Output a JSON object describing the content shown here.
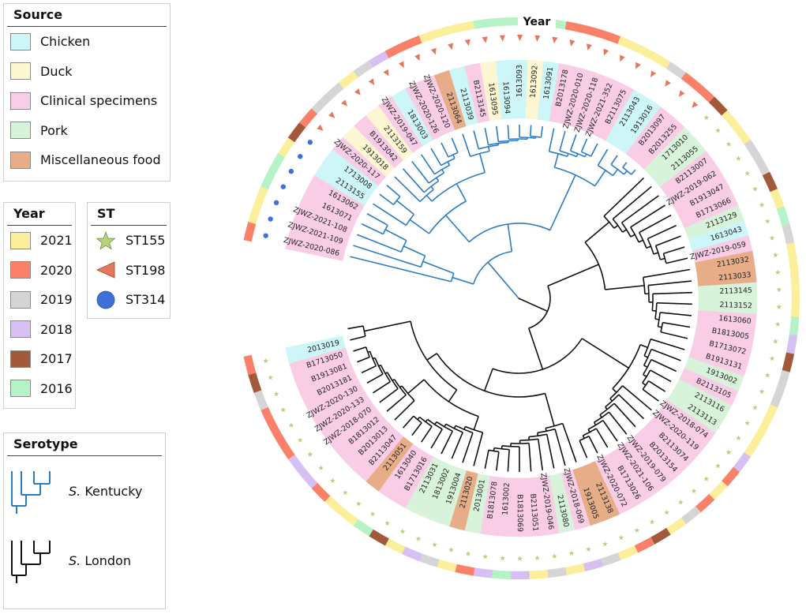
{
  "colors": {
    "source": {
      "chicken": "#cdf6f8",
      "duck": "#fdf6d2",
      "clinical": "#f9cde6",
      "pork": "#d7f3d9",
      "misc": "#e6ad88"
    },
    "year": {
      "2021": "#fcef9c",
      "2020": "#fa8069",
      "2019": "#d5d5d5",
      "2018": "#d6bff3",
      "2017": "#a2593b",
      "2016": "#b5f2c6"
    },
    "kentucky": "#2a7cc4",
    "london": "#111111",
    "st155": "#b6d27d",
    "st198": "#e5775d",
    "st314": "#3f6fd9"
  },
  "legends": {
    "source": {
      "title": "Source",
      "items": [
        {
          "label": "Chicken",
          "color": "#cdf6f8"
        },
        {
          "label": "Duck",
          "color": "#fdf6d2"
        },
        {
          "label": "Clinical specimens",
          "color": "#f9cde6"
        },
        {
          "label": "Pork",
          "color": "#d7f3d9"
        },
        {
          "label": "Miscellaneous food",
          "color": "#e6ad88"
        }
      ]
    },
    "year": {
      "title": "Year",
      "items": [
        {
          "label": "2021",
          "color": "#fcef9c"
        },
        {
          "label": "2020",
          "color": "#fa8069"
        },
        {
          "label": "2019",
          "color": "#d5d5d5"
        },
        {
          "label": "2018",
          "color": "#d6bff3"
        },
        {
          "label": "2017",
          "color": "#a2593b"
        },
        {
          "label": "2016",
          "color": "#b5f2c6"
        }
      ]
    },
    "st": {
      "title": "ST",
      "items": [
        {
          "label": "ST155",
          "shape": "star",
          "color": "#b6d27d"
        },
        {
          "label": "ST198",
          "shape": "triangle",
          "color": "#e5775d"
        },
        {
          "label": "ST314",
          "shape": "circle",
          "color": "#3f6fd9"
        }
      ]
    },
    "serotype": {
      "title": "Serotype",
      "items": [
        {
          "prefix": "S.",
          "name": "Kentucky",
          "color": "#2a7cc4"
        },
        {
          "prefix": "S.",
          "name": "London",
          "color": "#111111"
        }
      ]
    }
  },
  "tree": {
    "ring_label": "Year",
    "leaves": [
      {
        "id": "ZJWZ-2020-086",
        "source": "clinical",
        "year": "2020",
        "st": "ST314",
        "clade": "kentucky"
      },
      {
        "id": "ZJWZ-2021-109",
        "source": "clinical",
        "year": "2021",
        "st": "ST314",
        "clade": "kentucky"
      },
      {
        "id": "ZJWZ-2021-108",
        "source": "clinical",
        "year": "2021",
        "st": "ST314",
        "clade": "kentucky"
      },
      {
        "id": "1613071",
        "source": "clinical",
        "year": "2016",
        "st": "ST314",
        "clade": "kentucky"
      },
      {
        "id": "1613062",
        "source": "clinical",
        "year": "2016",
        "st": "ST314",
        "clade": "kentucky"
      },
      {
        "id": "2113155",
        "source": "chicken",
        "year": "2021",
        "st": "ST314",
        "clade": "kentucky"
      },
      {
        "id": "1713008",
        "source": "chicken",
        "year": "2017",
        "st": "ST314",
        "clade": "kentucky"
      },
      {
        "id": "ZJWZ-2020-117",
        "source": "clinical",
        "year": "2020",
        "st": "ST198",
        "clade": "kentucky"
      },
      {
        "id": "1913018",
        "source": "duck",
        "year": "2019",
        "st": "ST198",
        "clade": "kentucky"
      },
      {
        "id": "B1913042",
        "source": "clinical",
        "year": "2019",
        "st": "ST198",
        "clade": "kentucky"
      },
      {
        "id": "2113159",
        "source": "duck",
        "year": "2021",
        "st": "ST198",
        "clade": "kentucky"
      },
      {
        "id": "ZJWZ-2019-047",
        "source": "clinical",
        "year": "2019",
        "st": "ST198",
        "clade": "kentucky"
      },
      {
        "id": "1813003",
        "source": "chicken",
        "year": "2018",
        "st": "ST198",
        "clade": "kentucky"
      },
      {
        "id": "ZJWZ-2020-126",
        "source": "clinical",
        "year": "2020",
        "st": "ST198",
        "clade": "kentucky"
      },
      {
        "id": "ZJWZ-2020-120",
        "source": "clinical",
        "year": "2020",
        "st": "ST198",
        "clade": "kentucky"
      },
      {
        "id": "2113064",
        "source": "misc",
        "year": "2021",
        "st": "ST198",
        "clade": "kentucky"
      },
      {
        "id": "2113039",
        "source": "chicken",
        "year": "2021",
        "st": "ST198",
        "clade": "kentucky"
      },
      {
        "id": "B2113145",
        "source": "clinical",
        "year": "2021",
        "st": "ST198",
        "clade": "kentucky"
      },
      {
        "id": "1613095",
        "source": "duck",
        "year": "2016",
        "st": "ST198",
        "clade": "kentucky"
      },
      {
        "id": "1613094",
        "source": "chicken",
        "year": "2016",
        "st": "ST198",
        "clade": "kentucky"
      },
      {
        "id": "1613093",
        "source": "chicken",
        "year": "2016",
        "st": "ST198",
        "clade": "kentucky"
      },
      {
        "id": "1613092",
        "source": "duck",
        "year": "2016",
        "st": "ST198",
        "clade": "kentucky"
      },
      {
        "id": "1613091",
        "source": "chicken",
        "year": "2016",
        "st": "ST198",
        "clade": "kentucky"
      },
      {
        "id": "B2013178",
        "source": "clinical",
        "year": "2020",
        "st": "ST198",
        "clade": "kentucky"
      },
      {
        "id": "ZJWZ-2020-010",
        "source": "clinical",
        "year": "2020",
        "st": "ST198",
        "clade": "kentucky"
      },
      {
        "id": "ZJWZ-2020-118",
        "source": "clinical",
        "year": "2020",
        "st": "ST198",
        "clade": "kentucky"
      },
      {
        "id": "ZJWZ-2021-352",
        "source": "clinical",
        "year": "2021",
        "st": "ST198",
        "clade": "kentucky"
      },
      {
        "id": "B2113075",
        "source": "clinical",
        "year": "2021",
        "st": "ST198",
        "clade": "kentucky"
      },
      {
        "id": "2113043",
        "source": "chicken",
        "year": "2021",
        "st": "ST198",
        "clade": "kentucky"
      },
      {
        "id": "1913016",
        "source": "chicken",
        "year": "2019",
        "st": "ST198",
        "clade": "kentucky"
      },
      {
        "id": "B2013097",
        "source": "clinical",
        "year": "2020",
        "st": "ST198",
        "clade": "kentucky"
      },
      {
        "id": "B2013255",
        "source": "clinical",
        "year": "2020",
        "st": "ST198",
        "clade": "kentucky"
      },
      {
        "id": "1713010",
        "source": "pork",
        "year": "2017",
        "st": "ST155",
        "clade": "london"
      },
      {
        "id": "2113055",
        "source": "pork",
        "year": "2021",
        "st": "ST155",
        "clade": "london"
      },
      {
        "id": "B2113007",
        "source": "clinical",
        "year": "2021",
        "st": "ST155",
        "clade": "london"
      },
      {
        "id": "ZJWZ-2019-062",
        "source": "clinical",
        "year": "2019",
        "st": "ST155",
        "clade": "london"
      },
      {
        "id": "B1913047",
        "source": "clinical",
        "year": "2019",
        "st": "ST155",
        "clade": "london"
      },
      {
        "id": "B1713066",
        "source": "clinical",
        "year": "2017",
        "st": "ST155",
        "clade": "london"
      },
      {
        "id": "2113129",
        "source": "pork",
        "year": "2021",
        "st": "ST155",
        "clade": "london"
      },
      {
        "id": "1613043",
        "source": "chicken",
        "year": "2016",
        "st": "ST155",
        "clade": "london"
      },
      {
        "id": "ZJWZ-2019-059",
        "source": "clinical",
        "year": "2019",
        "st": "ST155",
        "clade": "london"
      },
      {
        "id": "2113032",
        "source": "misc",
        "year": "2021",
        "st": "ST155",
        "clade": "london"
      },
      {
        "id": "2113033",
        "source": "misc",
        "year": "2021",
        "st": "ST155",
        "clade": "london"
      },
      {
        "id": "2113145",
        "source": "pork",
        "year": "2021",
        "st": "ST155",
        "clade": "london"
      },
      {
        "id": "2113152",
        "source": "pork",
        "year": "2021",
        "st": "ST155",
        "clade": "london"
      },
      {
        "id": "1613060",
        "source": "clinical",
        "year": "2016",
        "st": "ST155",
        "clade": "london"
      },
      {
        "id": "B1813005",
        "source": "clinical",
        "year": "2018",
        "st": "ST155",
        "clade": "london"
      },
      {
        "id": "B1713072",
        "source": "clinical",
        "year": "2017",
        "st": "ST155",
        "clade": "london"
      },
      {
        "id": "B1913131",
        "source": "clinical",
        "year": "2019",
        "st": "ST155",
        "clade": "london"
      },
      {
        "id": "1913002",
        "source": "pork",
        "year": "2019",
        "st": "ST155",
        "clade": "london"
      },
      {
        "id": "B2113105",
        "source": "clinical",
        "year": "2021",
        "st": "ST155",
        "clade": "london"
      },
      {
        "id": "2113116",
        "source": "pork",
        "year": "2021",
        "st": "ST155",
        "clade": "london"
      },
      {
        "id": "2113113",
        "source": "pork",
        "year": "2021",
        "st": "ST155",
        "clade": "london"
      },
      {
        "id": "ZJWZ-2018-074",
        "source": "clinical",
        "year": "2018",
        "st": "ST155",
        "clade": "london"
      },
      {
        "id": "ZJWZ-2020-119",
        "source": "clinical",
        "year": "2020",
        "st": "ST155",
        "clade": "london"
      },
      {
        "id": "B2113074",
        "source": "clinical",
        "year": "2021",
        "st": "ST155",
        "clade": "london"
      },
      {
        "id": "B2013154",
        "source": "clinical",
        "year": "2020",
        "st": "ST155",
        "clade": "london"
      },
      {
        "id": "ZJWZ-2019-079",
        "source": "clinical",
        "year": "2019",
        "st": "ST155",
        "clade": "london"
      },
      {
        "id": "ZJWZ-2021-106",
        "source": "clinical",
        "year": "2021",
        "st": "ST155",
        "clade": "london"
      },
      {
        "id": "B1713026",
        "source": "clinical",
        "year": "2017",
        "st": "ST155",
        "clade": "london"
      },
      {
        "id": "ZJWZ-2020-072",
        "source": "clinical",
        "year": "2020",
        "st": "ST155",
        "clade": "london"
      },
      {
        "id": "2113138",
        "source": "misc",
        "year": "2021",
        "st": "ST155",
        "clade": "london"
      },
      {
        "id": "1913005",
        "source": "misc",
        "year": "2019",
        "st": "ST155",
        "clade": "london"
      },
      {
        "id": "ZJWZ-2018-069",
        "source": "clinical",
        "year": "2018",
        "st": "ST155",
        "clade": "london"
      },
      {
        "id": "2113080",
        "source": "pork",
        "year": "2021",
        "st": "ST155",
        "clade": "london"
      },
      {
        "id": "ZJWZ-2019-046",
        "source": "clinical",
        "year": "2019",
        "st": "ST155",
        "clade": "london"
      },
      {
        "id": "B2113051",
        "source": "clinical",
        "year": "2021",
        "st": "ST155",
        "clade": "london"
      },
      {
        "id": "B1813069",
        "source": "clinical",
        "year": "2018",
        "st": "ST155",
        "clade": "london"
      },
      {
        "id": "1613002",
        "source": "clinical",
        "year": "2016",
        "st": "ST155",
        "clade": "london"
      },
      {
        "id": "B1813078",
        "source": "clinical",
        "year": "2018",
        "st": "ST155",
        "clade": "london"
      },
      {
        "id": "2013001",
        "source": "pork",
        "year": "2020",
        "st": "ST155",
        "clade": "london"
      },
      {
        "id": "2113020",
        "source": "misc",
        "year": "2021",
        "st": "ST155",
        "clade": "london"
      },
      {
        "id": "1913004",
        "source": "pork",
        "year": "2019",
        "st": "ST155",
        "clade": "london"
      },
      {
        "id": "1813002",
        "source": "pork",
        "year": "2018",
        "st": "ST155",
        "clade": "london"
      },
      {
        "id": "2113031",
        "source": "pork",
        "year": "2021",
        "st": "ST155",
        "clade": "london"
      },
      {
        "id": "B1713016",
        "source": "clinical",
        "year": "2017",
        "st": "ST155",
        "clade": "london"
      },
      {
        "id": "1613040",
        "source": "clinical",
        "year": "2016",
        "st": "ST155",
        "clade": "london"
      },
      {
        "id": "2113051",
        "source": "misc",
        "year": "2021",
        "st": "ST155",
        "clade": "london"
      },
      {
        "id": "B2113047",
        "source": "clinical",
        "year": "2021",
        "st": "ST155",
        "clade": "london"
      },
      {
        "id": "B2013013",
        "source": "clinical",
        "year": "2020",
        "st": "ST155",
        "clade": "london"
      },
      {
        "id": "B1813012",
        "source": "clinical",
        "year": "2018",
        "st": "ST155",
        "clade": "london"
      },
      {
        "id": "ZJWZ-2018-070",
        "source": "clinical",
        "year": "2018",
        "st": "ST155",
        "clade": "london"
      },
      {
        "id": "ZJWZ-2020-133",
        "source": "clinical",
        "year": "2020",
        "st": "ST155",
        "clade": "london"
      },
      {
        "id": "ZJWZ-2020-130",
        "source": "clinical",
        "year": "2020",
        "st": "ST155",
        "clade": "london"
      },
      {
        "id": "B2013181",
        "source": "clinical",
        "year": "2020",
        "st": "ST155",
        "clade": "london"
      },
      {
        "id": "B1913081",
        "source": "clinical",
        "year": "2019",
        "st": "ST155",
        "clade": "london"
      },
      {
        "id": "B1713050",
        "source": "clinical",
        "year": "2017",
        "st": "ST155",
        "clade": "london"
      },
      {
        "id": "2013019",
        "source": "chicken",
        "year": "2020",
        "st": "ST155",
        "clade": "london"
      }
    ]
  }
}
